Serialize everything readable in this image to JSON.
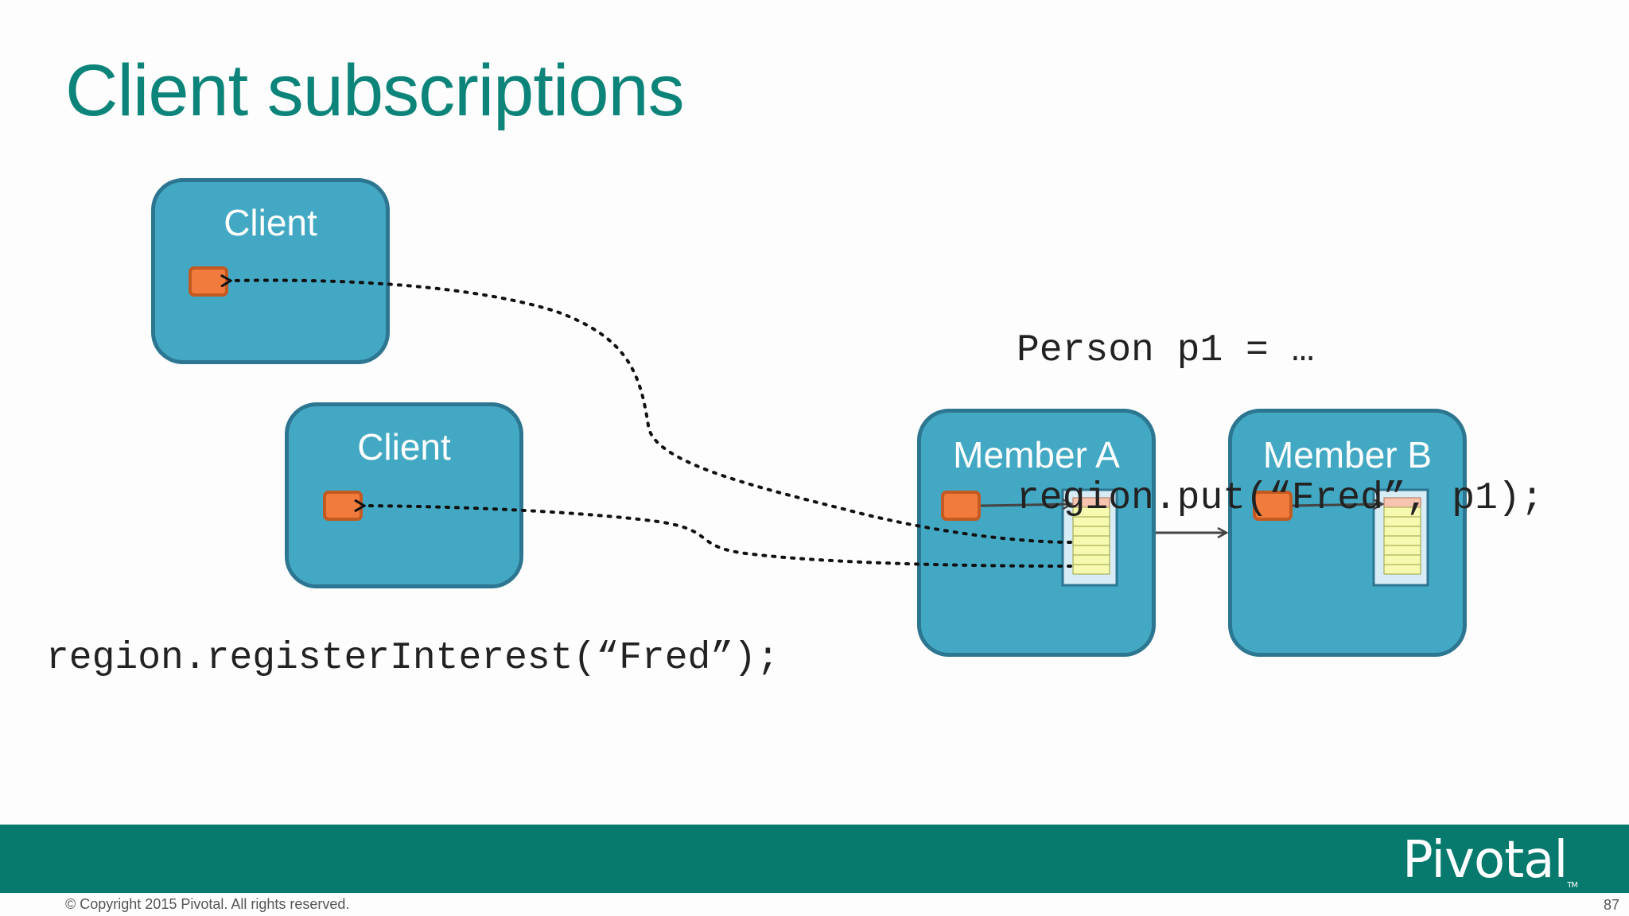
{
  "slide": {
    "title": "Client subscriptions",
    "code_put_line1": "Person p1 = …",
    "code_put_line2": "region.put(“Fred”, p1);",
    "code_register": "region.registerInterest(“Fred”);",
    "boxes": {
      "client_top": "Client",
      "client_bottom": "Client",
      "member_a": "Member A",
      "member_b": "Member B"
    },
    "footer": {
      "logo": "Pivotal",
      "logo_tm": "TM",
      "copyright": "© Copyright 2015 Pivotal. All rights reserved.",
      "page_number": "87"
    },
    "colors": {
      "title": "#0d8479",
      "box_fill": "#43a8c3",
      "box_border": "#2d7691",
      "entry": "#f07b3c",
      "footer": "#087a6d"
    }
  }
}
